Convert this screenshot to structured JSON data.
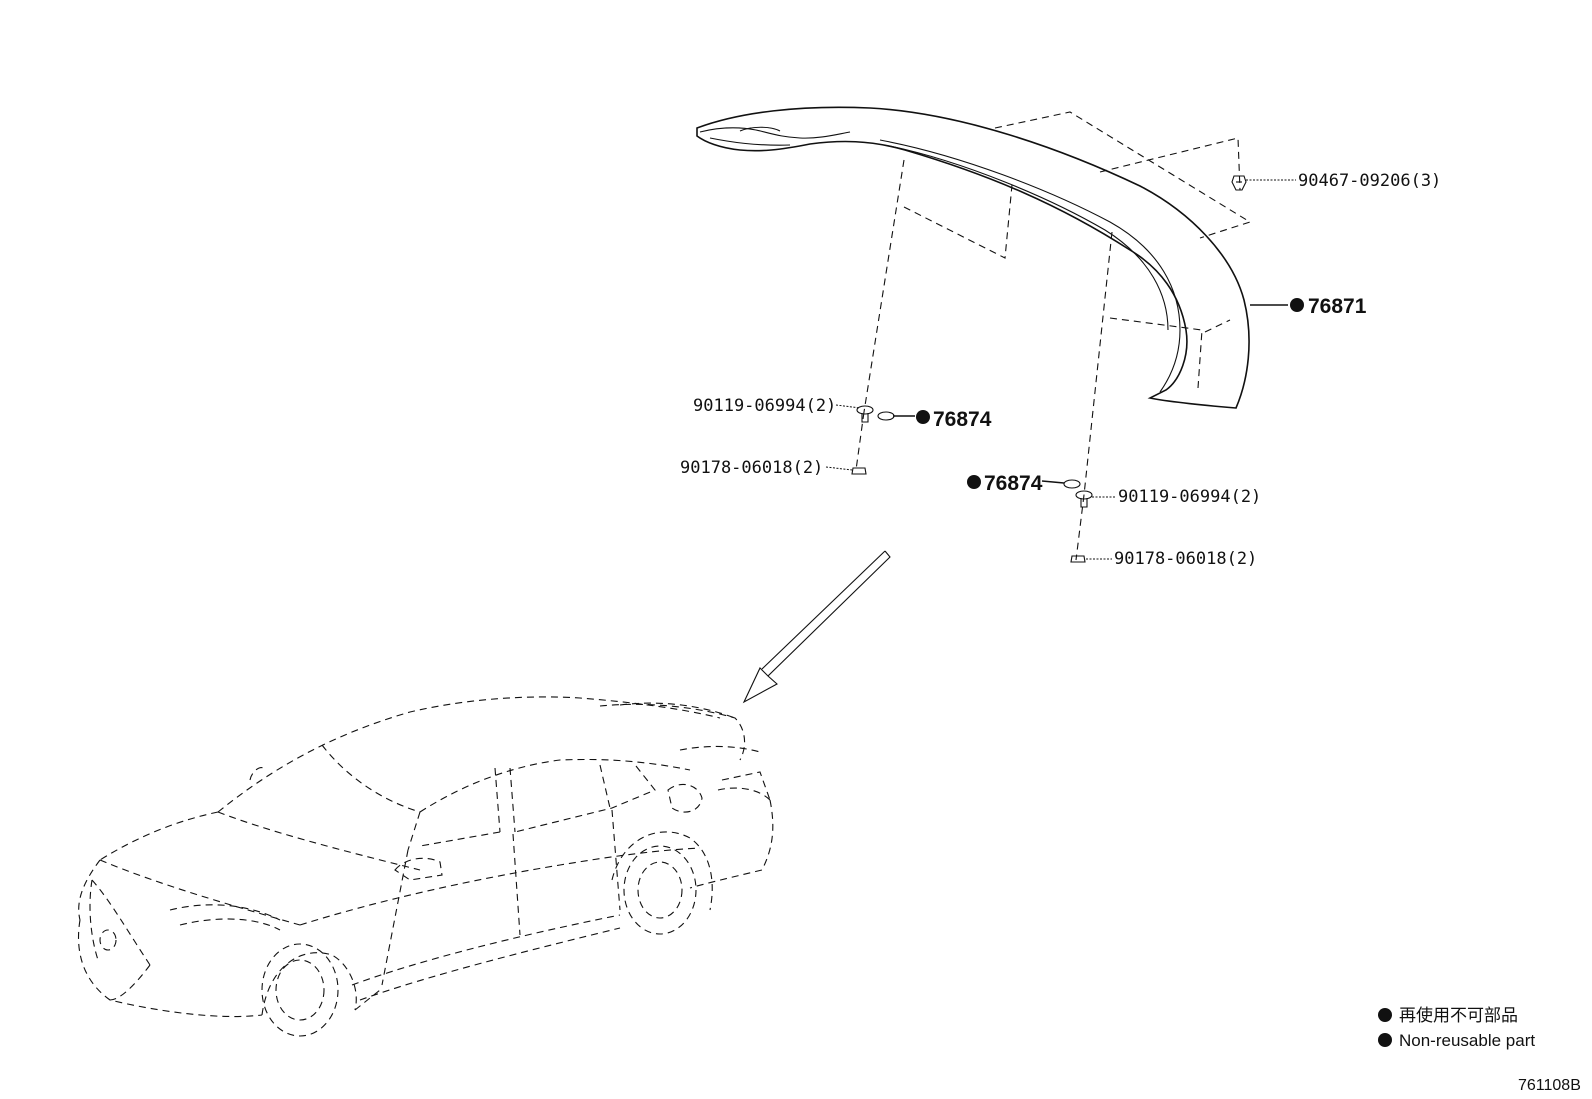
{
  "callouts": {
    "clip": "90467-09206(3)",
    "spoiler": "76871",
    "bolt_left": "90119-06994(2)",
    "seal_left": "76874",
    "nut_left": "90178-06018(2)",
    "seal_right": "76874",
    "bolt_right": "90119-06994(2)",
    "nut_right": "90178-06018(2)"
  },
  "legend": {
    "japanese": "再使用不可部品",
    "english": "Non-reusable part",
    "marker": "●"
  },
  "diagram_id": "761108B",
  "icons": [
    "non-reusable-dot",
    "arrow",
    "car",
    "rear-spoiler",
    "bolt",
    "nut",
    "seal",
    "clip"
  ]
}
